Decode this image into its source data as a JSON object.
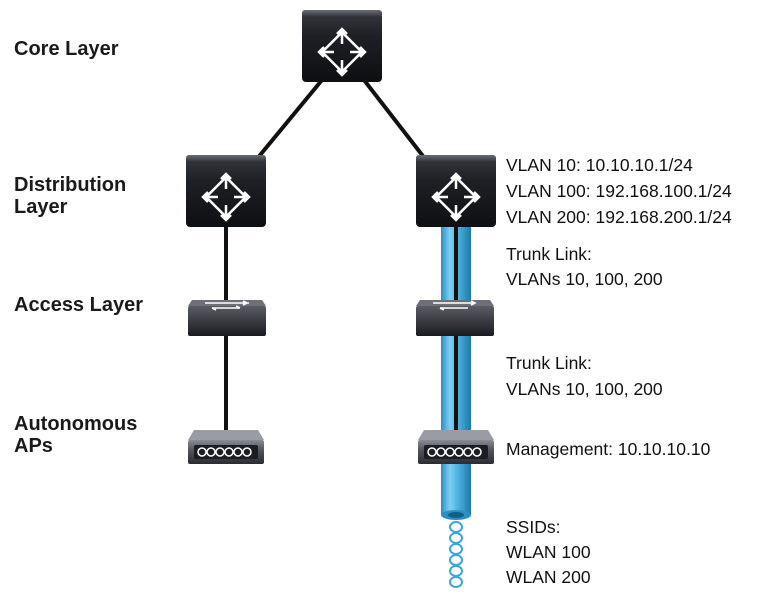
{
  "layers": {
    "core": "Core Layer",
    "distribution_line1": "Distribution",
    "distribution_line2": "Layer",
    "access": "Access Layer",
    "aps_line1": "Autonomous",
    "aps_line2": "APs"
  },
  "annotations": {
    "vlan10": "VLAN 10: 10.10.10.1/24",
    "vlan100": "VLAN 100: 192.168.100.1/24",
    "vlan200": "VLAN 200: 192.168.200.1/24",
    "trunk1_line1": "Trunk Link:",
    "trunk1_line2": "VLANs 10, 100, 200",
    "trunk2_line1": "Trunk Link:",
    "trunk2_line2": "VLANs 10, 100, 200",
    "management": "Management: 10.10.10.10",
    "ssids_title": "SSIDs:",
    "ssid1": "WLAN 100",
    "ssid2": "WLAN 200"
  },
  "colors": {
    "device_dark": "#1c1d22",
    "trunk_blue": "#4fb3e0",
    "link_black": "#111111"
  },
  "icons": [
    "multilayer-switch-icon",
    "layer2-switch-icon",
    "access-point-icon",
    "wireless-signal-icon"
  ]
}
